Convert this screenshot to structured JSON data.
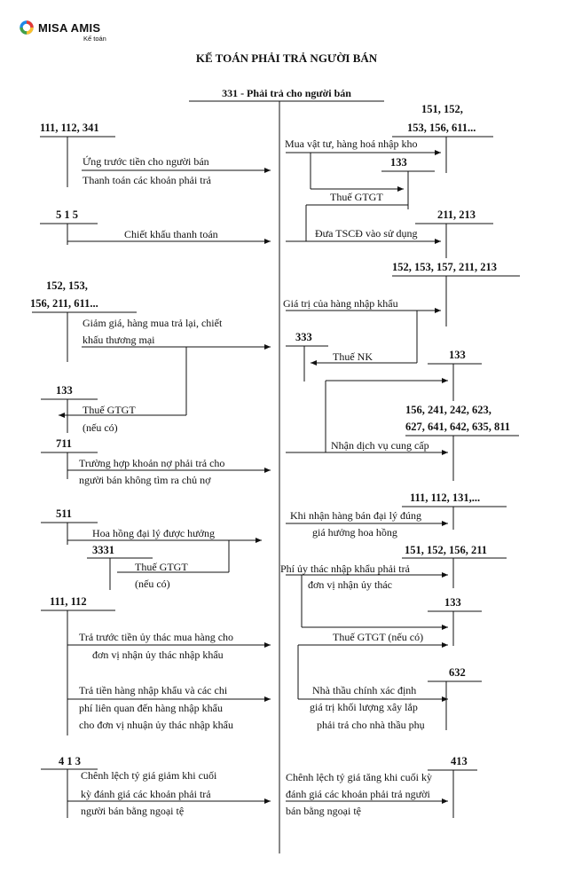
{
  "brand": {
    "name": "MISA AMIS",
    "subtitle": "Kế toán"
  },
  "title": "KẾ TOÁN PHẢI TRẢ NGƯỜI BÁN",
  "account_header": "331 - Phải trả cho người bán",
  "labels": [
    {
      "key": "acc-111-112-341",
      "text": "111, 112, 341",
      "bold": true
    },
    {
      "key": "txt-ung-truoc",
      "text": "Ứng trước tiền cho người bán",
      "bold": false
    },
    {
      "key": "txt-thanh-toan",
      "text": "Thanh toán các khoản phải trả",
      "bold": false
    },
    {
      "key": "acc-515",
      "text": "5 1 5",
      "bold": true
    },
    {
      "key": "txt-chiet-khau-tt",
      "text": "Chiết khấu thanh toán",
      "bold": false
    },
    {
      "key": "acc-152-153-top",
      "text": "152, 153,",
      "bold": true
    },
    {
      "key": "acc-156-211-611",
      "text": "156, 211, 611...",
      "bold": true
    },
    {
      "key": "txt-giam-gia-1",
      "text": "Giảm giá, hàng mua trả lại, chiết",
      "bold": false
    },
    {
      "key": "txt-giam-gia-2",
      "text": "khấu thương mại",
      "bold": false
    },
    {
      "key": "acc-133-left",
      "text": "133",
      "bold": true
    },
    {
      "key": "txt-thue-gtgt-left",
      "text": "Thuế GTGT",
      "bold": false
    },
    {
      "key": "txt-neu-co-left",
      "text": "(nếu có)",
      "bold": false
    },
    {
      "key": "acc-711",
      "text": "711",
      "bold": true
    },
    {
      "key": "txt-no-1",
      "text": "Trường hợp khoản nợ phải trả cho",
      "bold": false
    },
    {
      "key": "txt-no-2",
      "text": "người bán không tìm ra chủ nợ",
      "bold": false
    },
    {
      "key": "acc-511",
      "text": "511",
      "bold": true
    },
    {
      "key": "txt-hoa-hong",
      "text": "Hoa hồng đại lý được hưởng",
      "bold": false
    },
    {
      "key": "acc-3331",
      "text": "3331",
      "bold": true
    },
    {
      "key": "txt-thue-gtgt-3331",
      "text": "Thuế GTGT",
      "bold": false
    },
    {
      "key": "txt-neu-co-3331",
      "text": "(nếu có)",
      "bold": false
    },
    {
      "key": "acc-111-112-left",
      "text": "111, 112",
      "bold": true
    },
    {
      "key": "txt-tra-truoc-1",
      "text": "Trả trước tiền ủy thác mua hàng cho",
      "bold": false
    },
    {
      "key": "txt-tra-truoc-2",
      "text": "đơn vị nhận ủy thác nhập khẩu",
      "bold": false
    },
    {
      "key": "txt-tra-tien-1",
      "text": "Trả tiền hàng nhập khẩu và các chi",
      "bold": false
    },
    {
      "key": "txt-tra-tien-2",
      "text": "phí liên quan đến hàng nhập khẩu",
      "bold": false
    },
    {
      "key": "txt-tra-tien-3",
      "text": "cho đơn vị nhuận ủy thác nhập khẩu",
      "bold": false
    },
    {
      "key": "acc-413-left",
      "text": "4 1 3",
      "bold": true
    },
    {
      "key": "txt-cltg-giam-1",
      "text": "Chênh lệch tỷ giá giảm khi cuối",
      "bold": false
    },
    {
      "key": "txt-cltg-giam-2",
      "text": "kỳ đánh giá các khoản phải trả",
      "bold": false
    },
    {
      "key": "txt-cltg-giam-3",
      "text": "người bán bằng ngoại tệ",
      "bold": false
    },
    {
      "key": "acc-151-152",
      "text": "151, 152,",
      "bold": true
    },
    {
      "key": "acc-153-156-611",
      "text": "153, 156, 611...",
      "bold": true
    },
    {
      "key": "txt-mua-vat-tu",
      "text": "Mua vật tư, hàng hoá nhập kho",
      "bold": false
    },
    {
      "key": "acc-133-r1",
      "text": "133",
      "bold": true
    },
    {
      "key": "txt-thue-gtgt-r1",
      "text": "Thuế GTGT",
      "bold": false
    },
    {
      "key": "acc-211-213",
      "text": "211, 213",
      "bold": true
    },
    {
      "key": "txt-dua-tscd",
      "text": "Đưa TSCĐ vào sử dụng",
      "bold": false
    },
    {
      "key": "acc-152-153-157-211-213",
      "text": "152, 153, 157, 211, 213",
      "bold": true
    },
    {
      "key": "txt-gia-tri-nk",
      "text": "Giá trị của hàng nhập khẩu",
      "bold": false
    },
    {
      "key": "acc-333",
      "text": "333",
      "bold": true
    },
    {
      "key": "txt-thue-nk",
      "text": "Thuế NK",
      "bold": false
    },
    {
      "key": "acc-133-r2",
      "text": "133",
      "bold": true
    },
    {
      "key": "acc-156-241-242-623",
      "text": "156, 241, 242, 623,",
      "bold": true
    },
    {
      "key": "acc-627-641-642-635-811",
      "text": "627, 641, 642, 635, 811",
      "bold": true
    },
    {
      "key": "txt-nhan-dich-vu",
      "text": "Nhận dịch vụ  cung cấp",
      "bold": false
    },
    {
      "key": "acc-111-112-131",
      "text": "111, 112, 131,...",
      "bold": true
    },
    {
      "key": "txt-nhan-hang-1",
      "text": "Khi nhận hàng bán đại lý đúng",
      "bold": false
    },
    {
      "key": "txt-nhan-hang-2",
      "text": "giá hưởng hoa hồng",
      "bold": false
    },
    {
      "key": "acc-151-152-156-211",
      "text": "151, 152, 156, 211",
      "bold": true
    },
    {
      "key": "txt-phi-uy-thac-1",
      "text": "Phí ủy thác nhập khẩu phải trả",
      "bold": false
    },
    {
      "key": "txt-phi-uy-thac-2",
      "text": "đơn vị nhận ủy thác",
      "bold": false
    },
    {
      "key": "acc-133-r3",
      "text": "133",
      "bold": true
    },
    {
      "key": "txt-thue-gtgt-neu-co",
      "text": "Thuế GTGT (nếu có)",
      "bold": false
    },
    {
      "key": "acc-632",
      "text": "632",
      "bold": true
    },
    {
      "key": "txt-nha-thau-1",
      "text": "Nhà thầu chính xác định",
      "bold": false
    },
    {
      "key": "txt-nha-thau-2",
      "text": "giá trị khối lượng xây lắp",
      "bold": false
    },
    {
      "key": "txt-nha-thau-3",
      "text": "phải trả cho nhà thầu phụ",
      "bold": false
    },
    {
      "key": "acc-413-right",
      "text": "413",
      "bold": true
    },
    {
      "key": "txt-cltg-tang-1",
      "text": "Chênh lệch tỷ giá tăng khi cuối kỳ",
      "bold": false
    },
    {
      "key": "txt-cltg-tang-2",
      "text": "đánh giá các khoản phải trả người",
      "bold": false
    },
    {
      "key": "txt-cltg-tang-3",
      "text": "bán bằng ngoại tệ",
      "bold": false
    }
  ]
}
